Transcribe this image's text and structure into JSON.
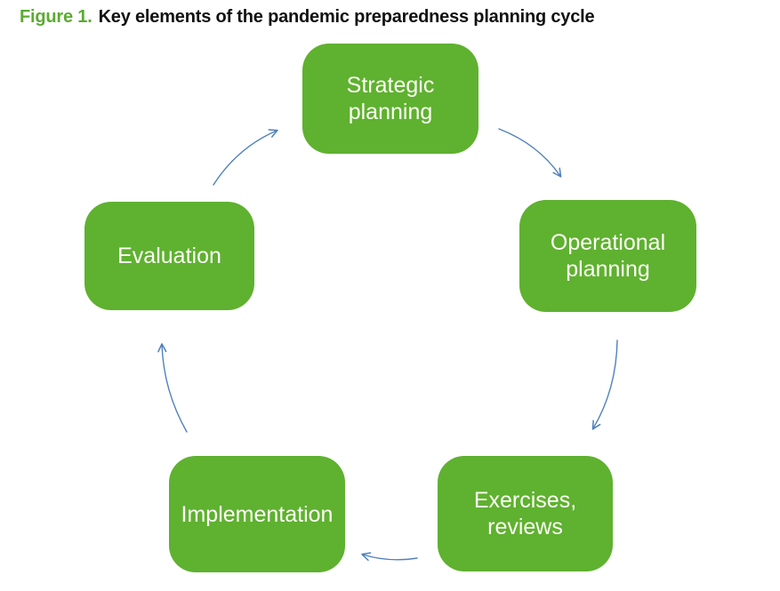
{
  "figure": {
    "label": "Figure 1.",
    "title": "Key elements of the pandemic preparedness planning cycle"
  },
  "cycle": {
    "nodes": [
      {
        "id": "strategic-planning",
        "label": "Strategic\nplanning"
      },
      {
        "id": "operational-planning",
        "label": "Operational\nplanning"
      },
      {
        "id": "exercises-reviews",
        "label": "Exercises,\nreviews"
      },
      {
        "id": "implementation",
        "label": "Implementation"
      },
      {
        "id": "evaluation",
        "label": "Evaluation"
      }
    ],
    "flow": [
      "strategic-planning -> operational-planning",
      "operational-planning -> exercises-reviews",
      "exercises-reviews -> implementation",
      "implementation -> evaluation",
      "evaluation -> strategic-planning"
    ]
  },
  "colors": {
    "node_fill": "#5fb130",
    "node_text": "#fcfdf5",
    "figure_label_green": "#5bab2f",
    "title_text": "#111111",
    "arrow_blue": "#4f81bd",
    "background": "#ffffff"
  }
}
